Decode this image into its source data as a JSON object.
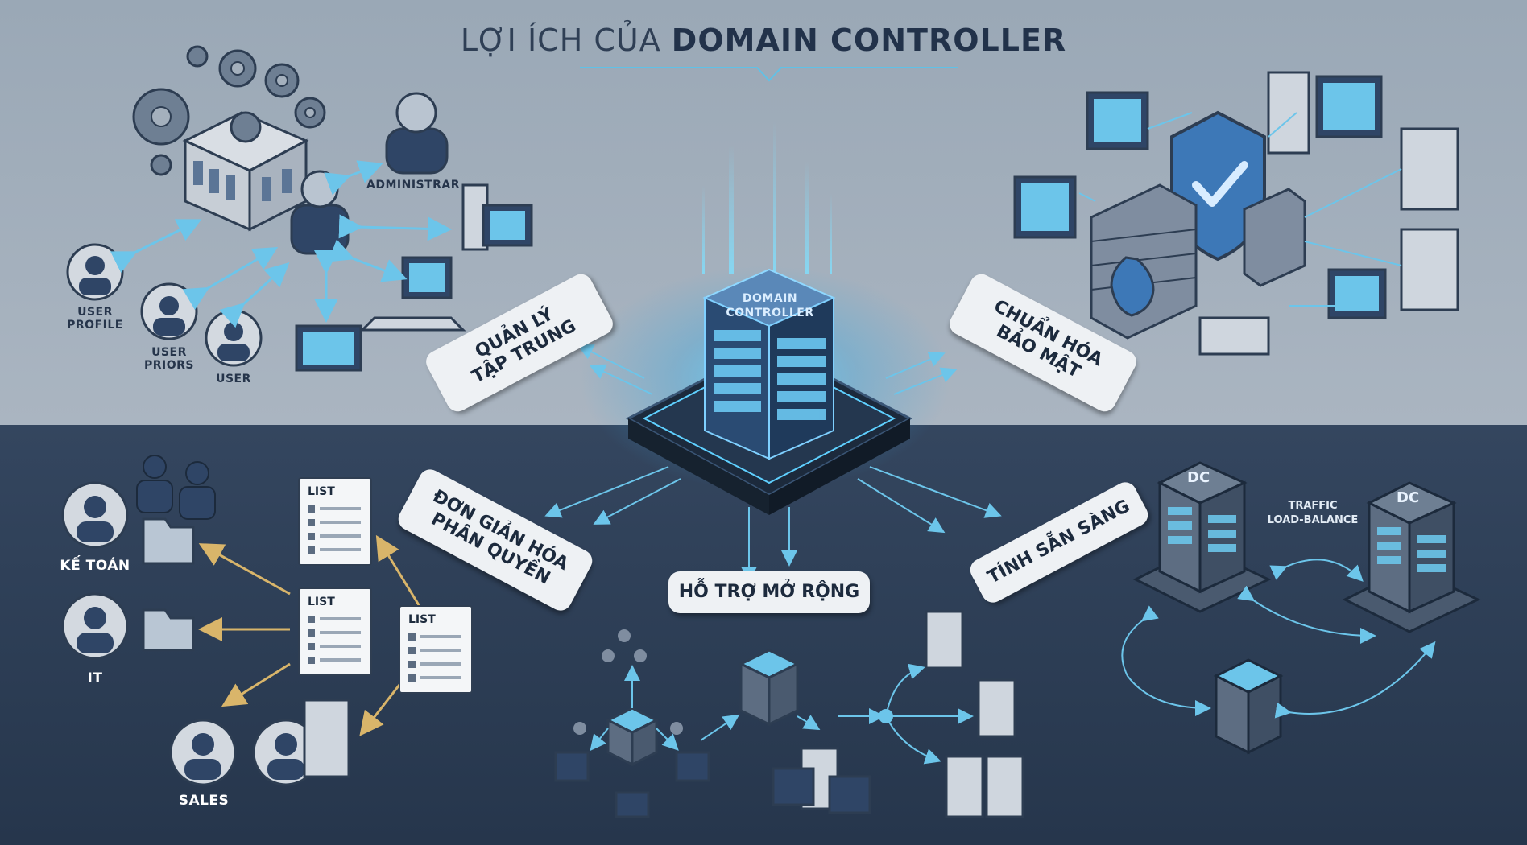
{
  "title": {
    "prefix": "LỢI ÍCH CỦA",
    "bold": "DOMAIN CONTROLLER"
  },
  "center_node": {
    "line1": "DOMAIN",
    "line2": "CONTROLLER"
  },
  "benefits": {
    "centralized": [
      "QUẢN LÝ",
      "TẬP TRUNG"
    ],
    "security": [
      "CHUẨN HÓA",
      "BẢO MẬT"
    ],
    "permissions": [
      "ĐƠN GIẢN HÓA",
      "PHÂN QUYỀN"
    ],
    "availability": [
      "TÍNH SẴN SÀNG"
    ],
    "scalability": [
      "HỖ TRỢ MỞ RỘNG"
    ]
  },
  "top_left": {
    "admin_label": "ADMINISTRAR",
    "users": [
      {
        "label": [
          "USER",
          "PROFILE"
        ]
      },
      {
        "label": [
          "USER",
          "PRIORS"
        ]
      },
      {
        "label": [
          "USER"
        ]
      }
    ]
  },
  "bottom_left": {
    "groups": [
      "KẾ TOÁN",
      "IT",
      "SALES"
    ],
    "list_label": "LIST"
  },
  "bottom_right": {
    "dc_label": "DC",
    "traffic_label": [
      "TRAFFIC",
      "LOAD-BALANCE"
    ]
  },
  "colors": {
    "upper_bg": "#a4b0bd",
    "lower_bg": "#2c3d55",
    "accent_glow": "#5fd0ff",
    "arrow_light": "#6cc5ea",
    "arrow_gold": "#d9b56a"
  }
}
